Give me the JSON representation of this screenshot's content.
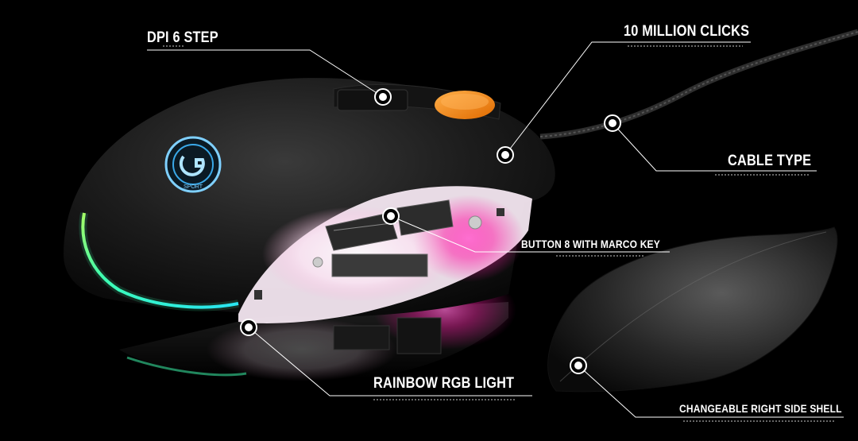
{
  "callouts": {
    "dpi": {
      "label": "DPI 6 STEP"
    },
    "clicks": {
      "label": "10 MILLION CLICKS"
    },
    "cable": {
      "label": "CABLE TYPE"
    },
    "button8": {
      "label": "BUTTON 8 WITH MARCO KEY"
    },
    "rgb": {
      "label": "RAINBOW RGB LIGHT"
    },
    "shell": {
      "label": "CHANGEABLE RIGHT SIDE SHELL"
    }
  },
  "logo": {
    "text": "SPORT"
  },
  "colors": {
    "background": "#000000",
    "label": "#ffffff",
    "dpi_wheel": "#ff8a1a",
    "rgb_left": "#3fffb0",
    "rgb_right": "#ff2ab8",
    "logo_ring": "#7fd0ff"
  }
}
